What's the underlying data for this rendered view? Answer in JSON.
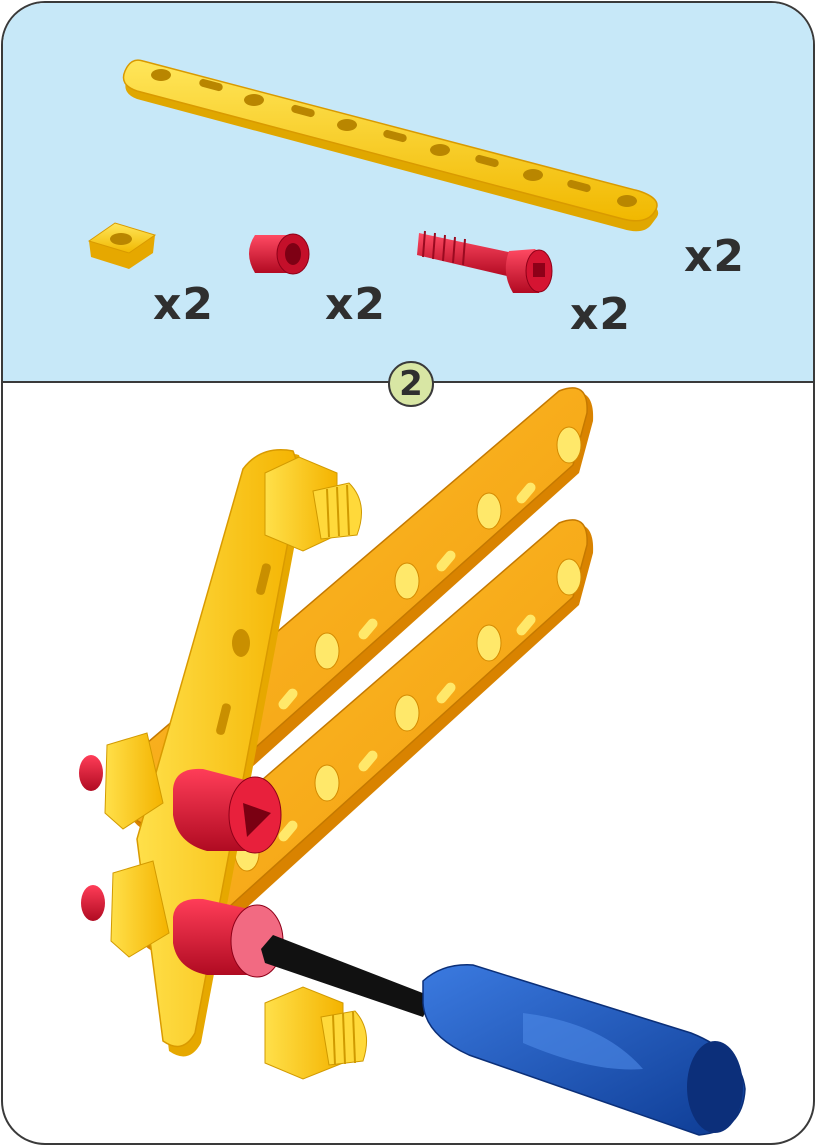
{
  "parts": {
    "strip": {
      "quantity": "x2",
      "icon": "perforated-strip-icon"
    },
    "nut": {
      "quantity": "x2",
      "icon": "square-nut-icon"
    },
    "spacer": {
      "quantity": "x2",
      "icon": "spacer-bushing-icon"
    },
    "bolt": {
      "quantity": "x2",
      "icon": "bolt-icon"
    }
  },
  "step": {
    "number": "2"
  },
  "colors": {
    "panel_background": "#c7e8f8",
    "strip_yellow": "#ffd21e",
    "strip_orange": "#f5a913",
    "hardware_red": "#d8102e",
    "screwdriver_blue": "#1a55b5",
    "badge_green": "#d8e6a4"
  }
}
